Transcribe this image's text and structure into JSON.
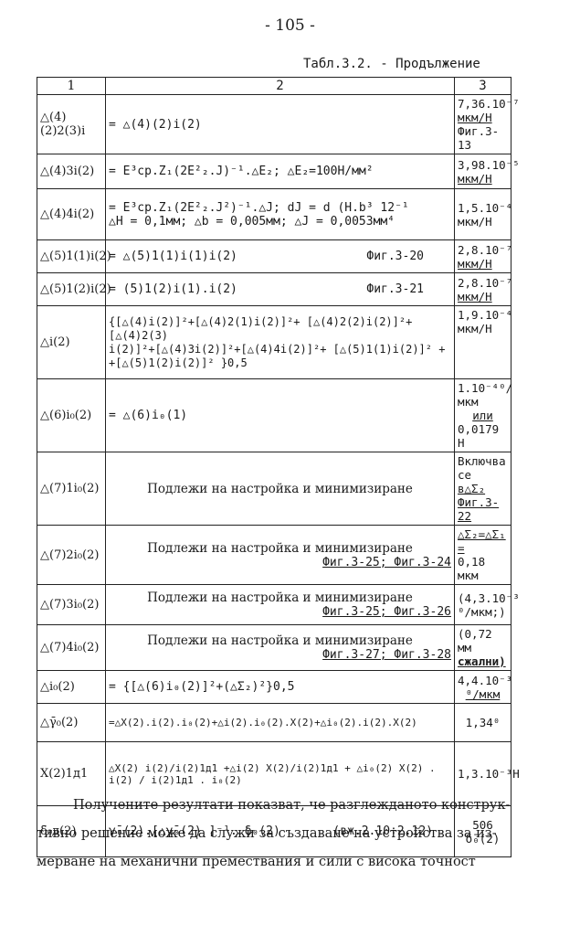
{
  "page_number": "- 105 -",
  "table_caption": "Табл.3.2. - Продължение",
  "header": {
    "col1": "1",
    "col2": "2",
    "col3": "3"
  },
  "rows": [
    {
      "c1": "△(4)(2)2(3)i",
      "c2": "= △(4)(2)i(2)",
      "c3a": "7,36.10⁻⁷",
      "c3b": "мкм/Н",
      "c3c": "Фиг.3-13"
    },
    {
      "c1": "△(4)3i(2)",
      "c2": "= E³ср.Z₁(2E²₂.J)⁻¹.△E₂; △E₂=100Н/мм²",
      "c3a": "3,98.10⁻⁵",
      "c3b": "мкм/Н"
    },
    {
      "c1": "△(4)4i(2)",
      "c2a": "= E³ср.Z₁(2E²₂.J²)⁻¹.△J; dJ = d (H.b³ 12⁻¹",
      "c2b": "△H = 0,1мм; △b = 0,005мм; △J = 0,0053мм⁴",
      "c3a": "1,5.10⁻⁴",
      "c3b": "мкм/Н"
    },
    {
      "c1": "△(5)1(1)i(2)",
      "c2": "= △(5)1(1)i(1)i(2)",
      "c2fig": "Фиг.3-20",
      "c3a": "2,8.10⁻⁷",
      "c3b": "мкм/Н"
    },
    {
      "c1": "△(5)1(2)i(2)",
      "c2": "= (5)1(2)i(1).i(2)",
      "c2fig": "Фиг.3-21",
      "c3a": "2,8.10⁻⁷",
      "c3b": "мкм/Н"
    },
    {
      "c1": "△i(2)",
      "c2a": "{[△(4)i(2)]²+[△(4)2(1)i(2)]²+ [△(4)2(2)i(2)]²+[△(4)2(3)",
      "c2b": " i(2)]²+[△(4)3i(2)]²+[△(4)4i(2)]²+ [△(5)1(1)i(2)]² +",
      "c2c": "+[△(5)1(2)i(2)]² }0,5",
      "c3a": "1,9.10⁻⁴",
      "c3b": "мкм/Н"
    },
    {
      "c1": "△(6)i₀(2)",
      "c2": "= △(6)i₀(1)",
      "c3a": "1.10⁻⁴⁰/мкм",
      "c3b": "или",
      "c3c": "0,0179 Н"
    },
    {
      "c1": "△(7)1i₀(2)",
      "c2": "Подлежи на настройка и минимизиране",
      "c3a": "Включва се",
      "c3b": "в△Σ₂",
      "c3c": "Фиг.3-22"
    },
    {
      "c1": "△(7)2i₀(2)",
      "c2": "Подлежи на настройка и минимизиране",
      "c2fig": "Фиг.3-25; Фиг.3-24",
      "c3a": "△Σ₂=△Σ₁ =",
      "c3b": "0,18 мкм"
    },
    {
      "c1": "△(7)3i₀(2)",
      "c2": "Подлежи на настройка и минимизиране",
      "c2fig": "Фиг.3-25; Фиг.3-26",
      "c3a": "(4,3.10⁻³",
      "c3b": "⁰/мкм;)"
    },
    {
      "c1": "△(7)4i₀(2)",
      "c2": "Подлежи на настройка и минимизиране",
      "c2fig": "Фиг.3-27; Фиг.3-28",
      "c3a": "(0,72 мм",
      "c3b": "сжални)"
    },
    {
      "c1": "△i₀(2)",
      "c2": "= {[△(6)i₀(2)]²+(△Σ₂)²}0,5",
      "c3a": "4,4.10⁻³",
      "c3b": "⁰/мкм"
    },
    {
      "c1": "△γ̄₀(2)",
      "c2": "=△X(2).i(2).i₀(2)+△i(2).i₀(2).X(2)+△i₀(2).i(2).X(2)",
      "c3a": "1,34⁰"
    },
    {
      "c1": "X(2)1д1",
      "c2": "△X(2) i(2)/i(2)1д1 +△i(2) X(2)/i(2)1д1 + △i₀(2) X(2) . i(2) / i(2)1д1 . i₀(2)",
      "c3a": "1,3.10⁻³Н"
    },
    {
      "c1": "δ̄₀д(2)",
      "c2": "γ̄₀(2).[△γ̄₀(2) ]⁻¹. δ₀(2)",
      "c2fig": "(вж.2.10÷2.12)",
      "c3a": "506 δ̄₀(2)"
    }
  ],
  "paragraph": {
    "line1": "Получените резултати показват, че разглежданото конструк-",
    "line2": "тивно решение може да служи за създаване на устройства за из-",
    "line3": "мерване на механични премествания и сили с висока точност"
  }
}
